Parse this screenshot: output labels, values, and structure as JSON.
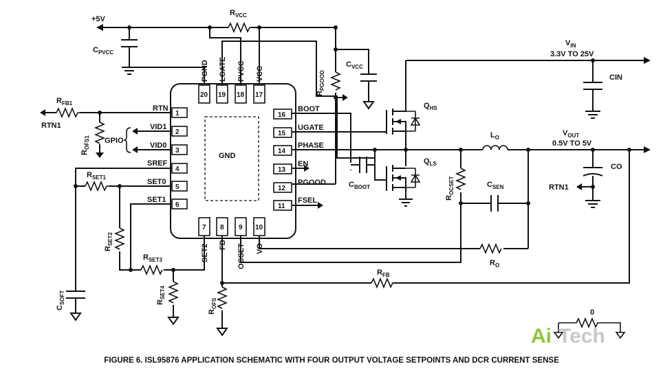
{
  "figure": {
    "caption": "FIGURE 6.  ISL95876 APPLICATION SCHEMATIC WITH FOUR OUTPUT VOLTAGE SETPOINTS AND DCR CURRENT SENSE"
  },
  "ic": {
    "center_label": "GND",
    "pins": [
      {
        "num": "1",
        "name": "RTN"
      },
      {
        "num": "2",
        "name": "VID1"
      },
      {
        "num": "3",
        "name": "VID0"
      },
      {
        "num": "4",
        "name": "SREF"
      },
      {
        "num": "5",
        "name": "SET0"
      },
      {
        "num": "6",
        "name": "SET1"
      },
      {
        "num": "7",
        "name": "SET2"
      },
      {
        "num": "8",
        "name": "FB"
      },
      {
        "num": "9",
        "name": "OCSET"
      },
      {
        "num": "10",
        "name": "VO"
      },
      {
        "num": "11",
        "name": "FSEL"
      },
      {
        "num": "12",
        "name": "PGOOD"
      },
      {
        "num": "13",
        "name": "EN"
      },
      {
        "num": "14",
        "name": "PHASE"
      },
      {
        "num": "15",
        "name": "UGATE"
      },
      {
        "num": "16",
        "name": "BOOT"
      },
      {
        "num": "17",
        "name": "VCC"
      },
      {
        "num": "18",
        "name": "PVCC"
      },
      {
        "num": "19",
        "name": "LGATE"
      },
      {
        "num": "20",
        "name": "PGND"
      }
    ]
  },
  "labels": {
    "plus5v": "+5V",
    "rvcc": {
      "main": "R",
      "sub": "VCC"
    },
    "cpvcc": {
      "main": "C",
      "sub": "PVCC"
    },
    "rpgood": {
      "main": "R",
      "sub": "PGOOD"
    },
    "cvcc": {
      "main": "C",
      "sub": "VCC"
    },
    "vin": {
      "main": "V",
      "sub": "IN"
    },
    "vin_range": "3.3V TO 25V",
    "cin": "CIN",
    "qhs": {
      "main": "Q",
      "sub": "HS"
    },
    "qls": {
      "main": "Q",
      "sub": "LS"
    },
    "lo": {
      "main": "L",
      "sub": "O"
    },
    "vout": {
      "main": "V",
      "sub": "OUT"
    },
    "vout_range": "0.5V TO 5V",
    "co": "CO",
    "rtn1_right": "RTN1",
    "rocset": {
      "main": "R",
      "sub": "OCSET"
    },
    "csen": {
      "main": "C",
      "sub": "SEN"
    },
    "ro": {
      "main": "R",
      "sub": "O"
    },
    "rfb": {
      "main": "R",
      "sub": "FB"
    },
    "cboot": {
      "main": "C",
      "sub": "BOOT"
    },
    "rfb1": {
      "main": "R",
      "sub": "FB1"
    },
    "rtn1_left": "RTN1",
    "rofs1": {
      "main": "R",
      "sub": "OFS1"
    },
    "gpio": "GPIO",
    "rset1": {
      "main": "R",
      "sub": "SET1"
    },
    "rset2": {
      "main": "R",
      "sub": "SET2"
    },
    "rset3": {
      "main": "R",
      "sub": "SET3"
    },
    "rset4": {
      "main": "R",
      "sub": "SET4"
    },
    "csoft": {
      "main": "C",
      "sub": "SOFT"
    },
    "rofs": {
      "main": "R",
      "sub": "OFS"
    },
    "logo_zero": "0"
  },
  "watermark": {
    "part1": "Ai",
    "part2": "Tech"
  },
  "colors": {
    "ink": "#111111",
    "watermark_green": "#8cc63f",
    "watermark_gray": "#c8c8c8"
  }
}
